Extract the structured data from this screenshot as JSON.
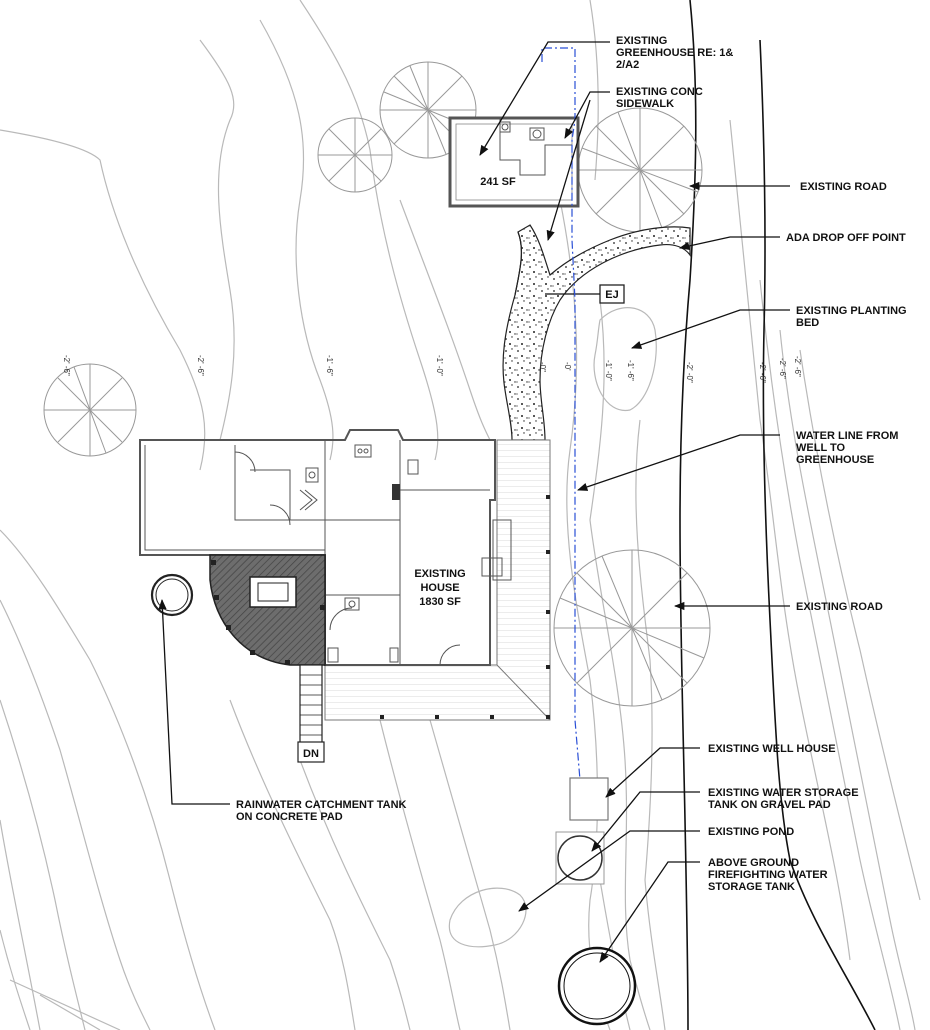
{
  "labels": {
    "greenhouse": "EXISTING GREENHOUSE RE: 1& 2/A2",
    "greenhouse_l1": "EXISTING",
    "greenhouse_l2": "GREENHOUSE RE: 1&",
    "greenhouse_l3": "2/A2",
    "sidewalk_l1": "EXISTING CONC",
    "sidewalk_l2": "SIDEWALK",
    "road_top": "EXISTING ROAD",
    "ada": "ADA DROP OFF POINT",
    "planting_l1": "EXISTING PLANTING",
    "planting_l2": "BED",
    "waterline_l1": "WATER LINE FROM",
    "waterline_l2": "WELL TO",
    "waterline_l3": "GREENHOUSE",
    "road_mid": "EXISTING ROAD",
    "wellhouse": "EXISTING WELL HOUSE",
    "storage_l1": "EXISTING WATER STORAGE",
    "storage_l2": "TANK ON GRAVEL PAD",
    "pond": "EXISTING POND",
    "fire_l1": "ABOVE GROUND",
    "fire_l2": "FIREFIGHTING WATER",
    "fire_l3": "STORAGE TANK",
    "rain_l1": "RAINWATER CATCHMENT TANK",
    "rain_l2": "ON CONCRETE PAD",
    "house_l1": "EXISTING",
    "house_l2": "HOUSE",
    "house_l3": "1830 SF",
    "greenhouse_area": "241 SF",
    "ej": "EJ",
    "dn": "DN"
  },
  "elevations": [
    "-2' -6\"",
    "-2' -6\"",
    "-1' -6\"",
    "-1' -0\"",
    "-0\"",
    "-0'",
    "-1' -0\"",
    "-1' -6\"",
    "-2' -0\"",
    "-2' -6\"",
    "-2' -6\"",
    "-2' -6\""
  ]
}
